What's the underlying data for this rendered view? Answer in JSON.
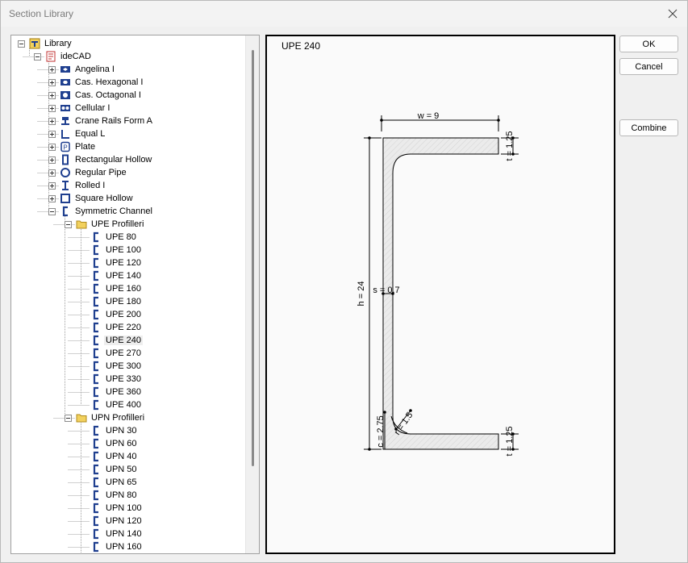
{
  "window": {
    "title": "Section Library"
  },
  "buttons": {
    "ok": "OK",
    "cancel": "Cancel",
    "combine": "Combine"
  },
  "tree": {
    "root": "Library",
    "source": "ideCAD",
    "families": [
      {
        "label": "Angelina I",
        "icon": "angelina-section-icon"
      },
      {
        "label": "Cas. Hexagonal I",
        "icon": "hexagonal-section-icon"
      },
      {
        "label": "Cas. Octagonal I",
        "icon": "octagonal-section-icon"
      },
      {
        "label": "Cellular I",
        "icon": "cellular-section-icon"
      },
      {
        "label": "Crane Rails Form A",
        "icon": "crane-rail-icon"
      },
      {
        "label": "Equal L",
        "icon": "angle-section-icon"
      },
      {
        "label": "Plate",
        "icon": "plate-icon"
      },
      {
        "label": "Rectangular Hollow",
        "icon": "rect-hollow-icon"
      },
      {
        "label": "Regular Pipe",
        "icon": "pipe-icon"
      },
      {
        "label": "Rolled I",
        "icon": "i-beam-icon"
      },
      {
        "label": "Square Hollow",
        "icon": "square-hollow-icon"
      },
      {
        "label": "Symmetric Channel",
        "icon": "channel-section-icon"
      }
    ],
    "upe_group": "UPE Profilleri",
    "upe_items": [
      "UPE 80",
      "UPE 100",
      "UPE 120",
      "UPE 140",
      "UPE 160",
      "UPE 180",
      "UPE 200",
      "UPE 220",
      "UPE 240",
      "UPE 270",
      "UPE 300",
      "UPE 330",
      "UPE 360",
      "UPE 400"
    ],
    "selected": "UPE 240",
    "upn_group": "UPN Profilleri",
    "upn_items": [
      "UPN 30",
      "UPN 60",
      "UPN 40",
      "UPN 50",
      "UPN 65",
      "UPN 80",
      "UPN 100",
      "UPN 120",
      "UPN 140",
      "UPN 160"
    ]
  },
  "preview": {
    "title": "UPE 240",
    "dims": {
      "w": "w = 9",
      "h": "h = 24",
      "s": "s = 0.7",
      "t_top": "t = 1.25",
      "t_bottom": "t = 1.25",
      "c": "c = 2.75",
      "r": "r = 1.5"
    }
  },
  "colors": {
    "section_fill": "#e6e6e6",
    "icon_blue": "#1f3f8f",
    "folder": "#f2d15e"
  }
}
